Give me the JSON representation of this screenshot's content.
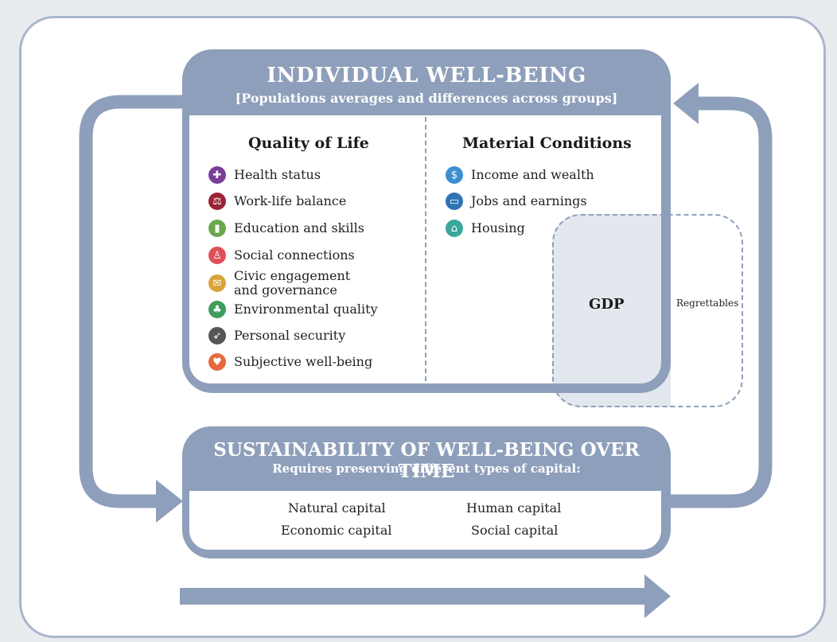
{
  "individual_wellbeing": {
    "title": "INDIVIDUAL WELL-BEING",
    "subtitle": "[Populations averages and differences across groups]",
    "quality_of_life": {
      "title": "Quality of Life",
      "items": [
        {
          "label": "Health status",
          "icon": "health-cross-icon",
          "color": "#7b3f98"
        },
        {
          "label": "Work-life balance",
          "icon": "scales-icon",
          "color": "#9b2335"
        },
        {
          "label": "Education and skills",
          "icon": "book-icon",
          "color": "#6aa84f"
        },
        {
          "label": "Social connections",
          "icon": "people-icon",
          "color": "#e0505b"
        },
        {
          "label": "Civic engagement\nand governance",
          "icon": "envelope-icon",
          "color": "#d9a43a"
        },
        {
          "label": "Environmental quality",
          "icon": "tree-icon",
          "color": "#3f9d5d"
        },
        {
          "label": "Personal security",
          "icon": "runner-icon",
          "color": "#555555"
        },
        {
          "label": "Subjective well-being",
          "icon": "heart-icon",
          "color": "#e8683f"
        }
      ]
    },
    "material_conditions": {
      "title": "Material Conditions",
      "items": [
        {
          "label": "Income and wealth",
          "icon": "money-icon",
          "color": "#3d8fd1"
        },
        {
          "label": "Jobs and earnings",
          "icon": "briefcase-icon",
          "color": "#2f73b5"
        },
        {
          "label": "Housing",
          "icon": "house-icon",
          "color": "#3aa79b"
        }
      ]
    }
  },
  "gdp": {
    "label": "GDP",
    "regrettables_label": "Regrettables"
  },
  "sustainability": {
    "title": "SUSTAINABILITY OF WELL-BEING OVER TIME",
    "subtitle": "Requires preserving different types of capital:",
    "capitals": [
      "Natural capital",
      "Human capital",
      "Economic capital",
      "Social capital"
    ]
  },
  "colors": {
    "frame": "#8e9fbb",
    "outer_border": "#a9b6ca",
    "background": "#e9ecef"
  }
}
